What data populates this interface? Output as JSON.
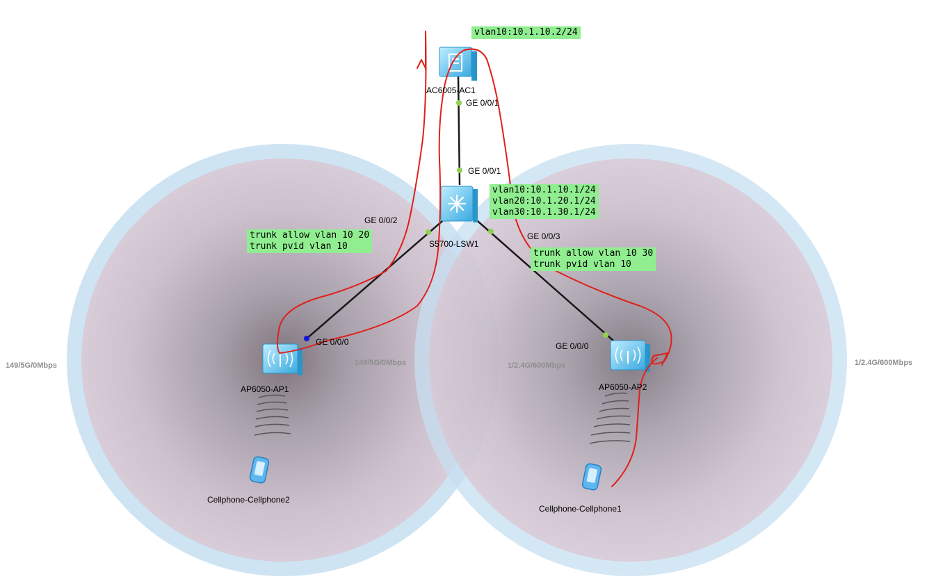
{
  "devices": {
    "ac": {
      "name": "AC6005-AC1",
      "icon": "access-controller-icon"
    },
    "switch": {
      "name": "S5700-LSW1",
      "icon": "layer3-switch-icon"
    },
    "ap1": {
      "name": "AP6050-AP1",
      "icon": "wireless-ap-icon"
    },
    "ap2": {
      "name": "AP6050-AP2",
      "icon": "wireless-ap-icon"
    },
    "phone2": {
      "name": "Cellphone-Cellphone2",
      "icon": "cellphone-icon"
    },
    "phone1": {
      "name": "Cellphone-Cellphone1",
      "icon": "cellphone-icon"
    }
  },
  "ports": {
    "ac_down": "GE 0/0/1",
    "sw_up": "GE 0/0/1",
    "sw_left": "GE 0/0/2",
    "sw_right": "GE 0/0/3",
    "ap1_up": "GE 0/0/0",
    "ap2_up": "GE 0/0/0"
  },
  "notes": {
    "ac_vlan": "vlan10:10.1.10.2/24",
    "sw_vlans": "vlan10:10.1.10.1/24\nvlan20:10.1.20.1/24\nvlan30:10.1.30.1/24",
    "sw_left_trunk": "trunk allow vlan 10 20\ntrunk pvid vlan 10",
    "sw_right_trunk": "trunk allow vlan 10 30\ntrunk pvid vlan 10"
  },
  "coverage": {
    "ap1_outer_left": "149/5G/0Mbps",
    "ap1_inner_right": "149/5G/0Mbps",
    "ap2_inner_left": "1/2.4G/600Mbps",
    "ap2_outer_right": "1/2.4G/600Mbps"
  },
  "colors": {
    "coverage_ring": "#c6dff0",
    "coverage_fill": "#dcc3cf",
    "coverage_center": "#6f5f67",
    "note_bg": "#90ee90",
    "link": "#1a1a1a",
    "port_dot": "#8fd14f",
    "port_dot_active": "#1616d8",
    "annotation_pen": "#e0201b",
    "device_blue": "#5ec8f0"
  }
}
